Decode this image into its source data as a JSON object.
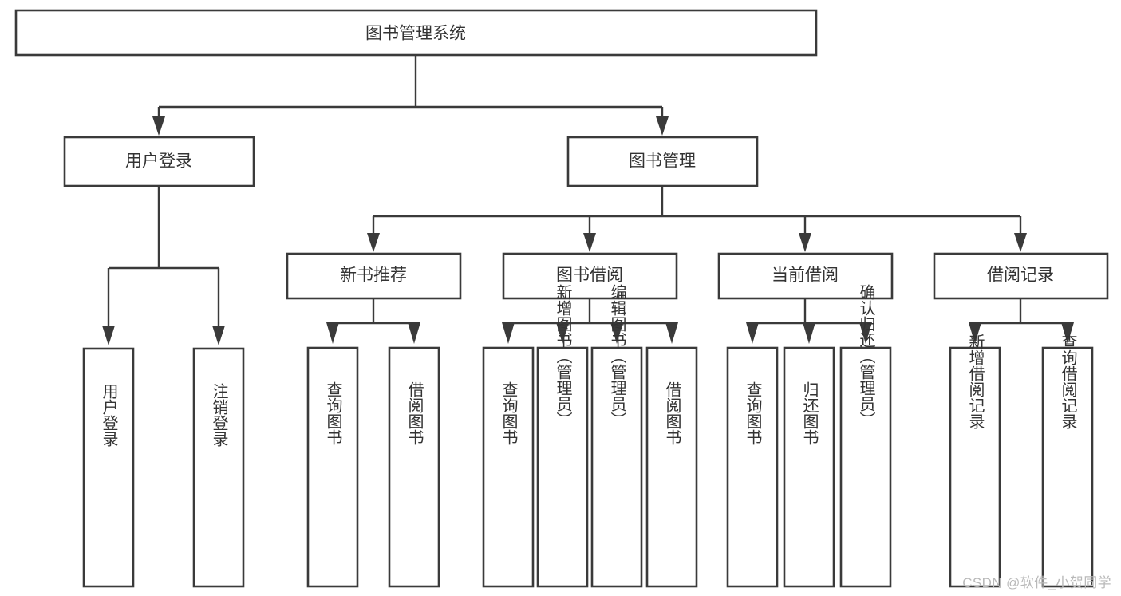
{
  "diagram": {
    "title": "图书管理系统",
    "type": "tree-hierarchy",
    "watermark": "CSDN @软件_小贺同学",
    "colors": {
      "stroke": "#3a3a3a",
      "fill": "#ffffff",
      "text": "#333333",
      "background": "#ffffff",
      "watermark": "#b9b9b9"
    },
    "root": {
      "label": "图书管理系统"
    },
    "level2": [
      {
        "id": "user-login",
        "label": "用户登录"
      },
      {
        "id": "book-manage",
        "label": "图书管理"
      }
    ],
    "level3": [
      {
        "id": "new-book-recommend",
        "label": "新书推荐",
        "parent": "book-manage"
      },
      {
        "id": "book-borrow",
        "label": "图书借阅",
        "parent": "book-manage"
      },
      {
        "id": "current-borrow",
        "label": "当前借阅",
        "parent": "book-manage"
      },
      {
        "id": "borrow-record",
        "label": "借阅记录",
        "parent": "book-manage"
      }
    ],
    "leaves": {
      "user-login": [
        {
          "id": "leaf-user-login",
          "label": "用户登录"
        },
        {
          "id": "leaf-logout-login",
          "label": "注销登录"
        }
      ],
      "new-book-recommend": [
        {
          "id": "leaf-query-book-1",
          "label": "查询图书"
        },
        {
          "id": "leaf-borrow-book-1",
          "label": "借阅图书"
        }
      ],
      "book-borrow": [
        {
          "id": "leaf-query-book-2",
          "label": "查询图书"
        },
        {
          "id": "leaf-add-book",
          "label": "新增图书（管理员）"
        },
        {
          "id": "leaf-edit-book",
          "label": "编辑图书（管理员）"
        },
        {
          "id": "leaf-borrow-book-2",
          "label": "借阅图书"
        }
      ],
      "current-borrow": [
        {
          "id": "leaf-query-book-3",
          "label": "查询图书"
        },
        {
          "id": "leaf-return-book",
          "label": "归还图书"
        },
        {
          "id": "leaf-confirm-return",
          "label": "确认归还（管理员）"
        }
      ],
      "borrow-record": [
        {
          "id": "leaf-add-record",
          "label": "新增借阅记录"
        },
        {
          "id": "leaf-query-record",
          "label": "查询借阅记录"
        }
      ]
    }
  }
}
